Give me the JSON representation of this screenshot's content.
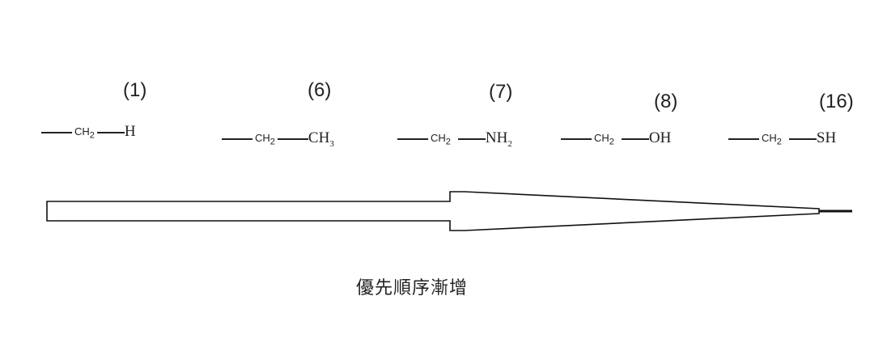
{
  "groups": [
    {
      "number": "(1)",
      "ch2": "CH",
      "ch2_sub": "2",
      "end": "H",
      "end_sub": ""
    },
    {
      "number": "(6)",
      "ch2": "CH",
      "ch2_sub": "2",
      "end": "CH",
      "end_sub": "3"
    },
    {
      "number": "(7)",
      "ch2": "CH",
      "ch2_sub": "2",
      "end": "NH",
      "end_sub": "2"
    },
    {
      "number": "(8)",
      "ch2": "CH",
      "ch2_sub": "2",
      "end": "OH",
      "end_sub": ""
    },
    {
      "number": "(16)",
      "ch2": "CH",
      "ch2_sub": "2",
      "end": "SH",
      "end_sub": ""
    }
  ],
  "caption": "優先順序漸增"
}
